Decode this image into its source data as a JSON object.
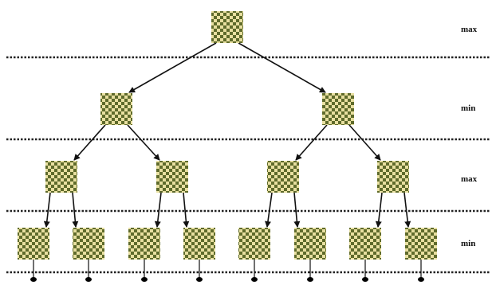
{
  "diagram": {
    "title": "",
    "levels": [
      {
        "label": "max",
        "node_count": 1
      },
      {
        "label": "min",
        "node_count": 2
      },
      {
        "label": "max",
        "node_count": 4
      },
      {
        "label": "min",
        "node_count": 8
      }
    ],
    "leaf_count": 8,
    "colors": {
      "board_light": "#e8dfa0",
      "board_dark": "#5f6b2c",
      "separator": "#222222",
      "edge": "#111111",
      "leaf_dot": "#000000"
    }
  }
}
